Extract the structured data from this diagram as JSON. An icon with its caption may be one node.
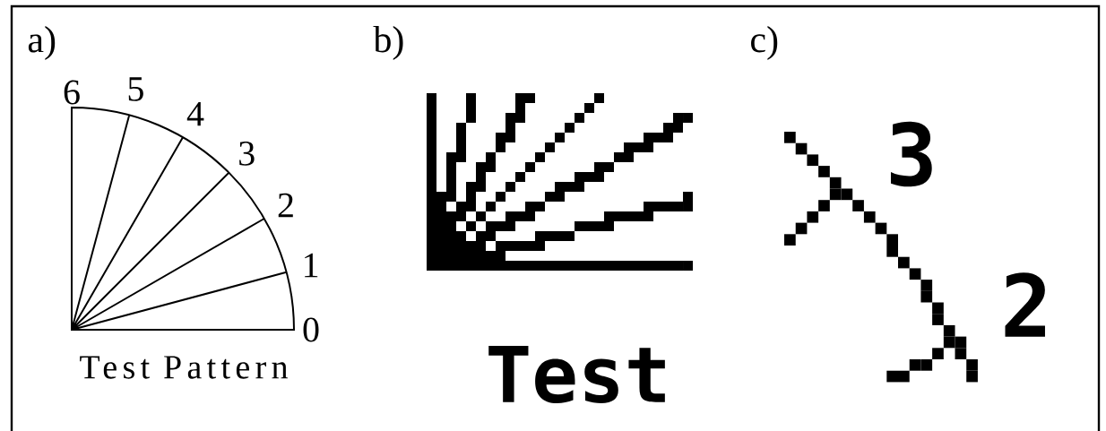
{
  "diagram": {
    "labels": [
      "a)",
      "6",
      "5",
      "4",
      "3",
      "2",
      "1",
      "0",
      "Test Pattern",
      "b)",
      "Test",
      "c)",
      "3",
      "2"
    ]
  }
}
